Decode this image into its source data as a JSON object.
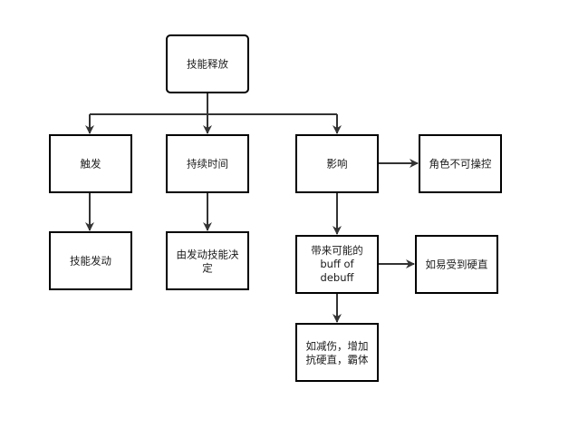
{
  "diagram": {
    "nodes": {
      "skill_release": "技能释放",
      "trigger": "触发",
      "duration": "持续时间",
      "effect": "影响",
      "uncontrollable": "角色不可操控",
      "skill_start": "技能发动",
      "decided_by_skill": [
        "由发动技能决",
        "定"
      ],
      "buff_debuff": [
        "带来可能的",
        "buff of",
        "debuff"
      ],
      "hit_stun": "如易受到硬直",
      "examples": [
        "如减伤，增加",
        "抗硬直，霸体"
      ]
    }
  }
}
